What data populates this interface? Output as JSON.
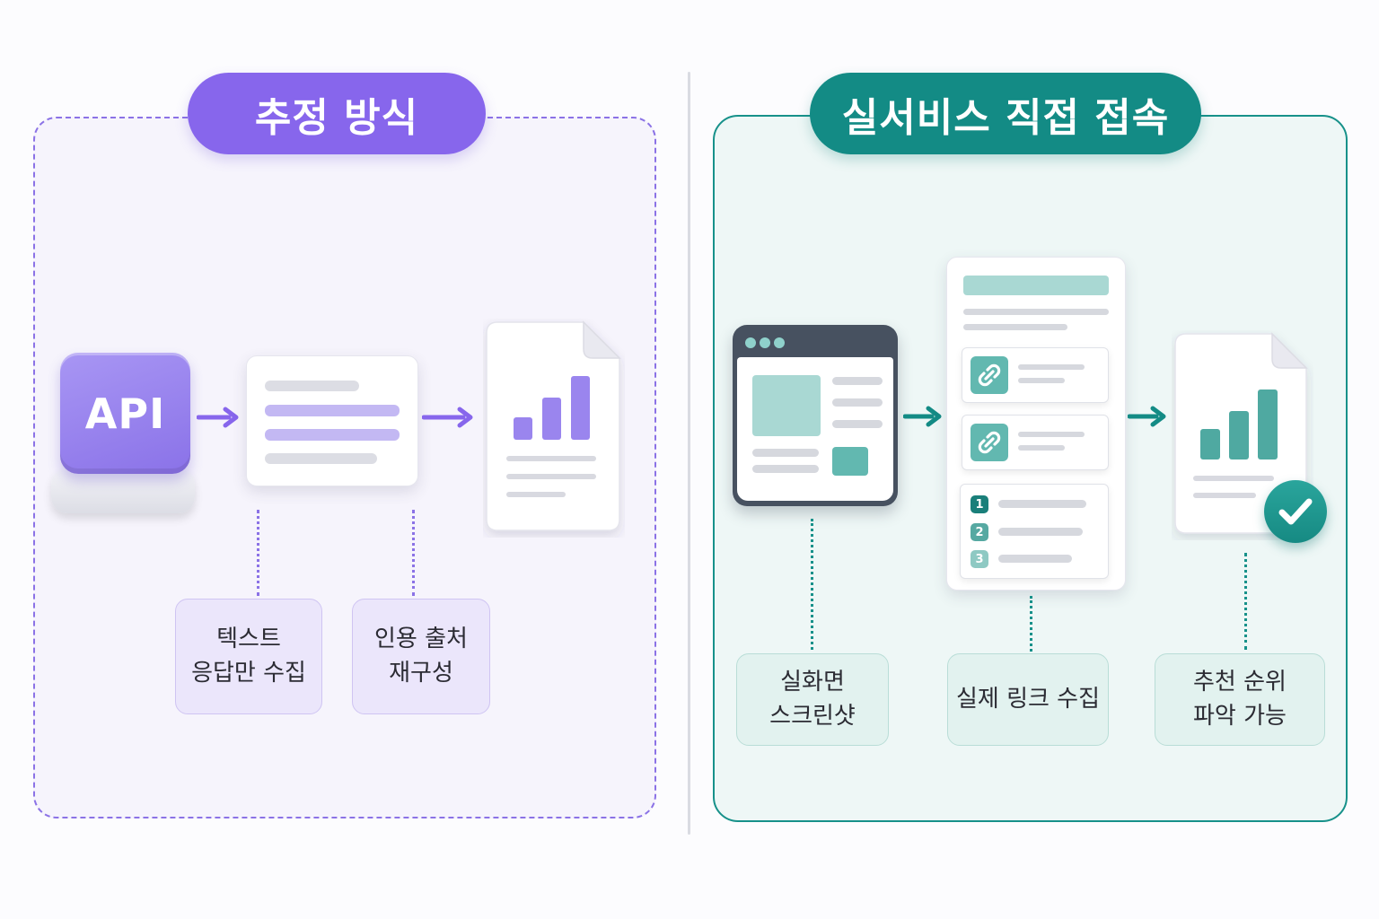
{
  "left_panel": {
    "title": "추정 방식",
    "api_label": "API",
    "labels": [
      {
        "line1": "텍스트",
        "line2": "응답만 수집"
      },
      {
        "line1": "인용 출처",
        "line2": "재구성"
      }
    ],
    "accent": "#8766ec"
  },
  "right_panel": {
    "title": "실서비스 직접 접속",
    "numbers": [
      "1",
      "2",
      "3"
    ],
    "labels": [
      {
        "line1": "실화면",
        "line2": "스크린샷"
      },
      {
        "line1": "실제 링크 수집",
        "line2": ""
      },
      {
        "line1": "추천 순위",
        "line2": "파악 가능"
      }
    ],
    "accent": "#138b85"
  },
  "icons": [
    "api-key-icon",
    "text-response-icon",
    "report-document-icon",
    "browser-window-icon",
    "link-icon",
    "ranked-list-icon",
    "check-icon"
  ]
}
